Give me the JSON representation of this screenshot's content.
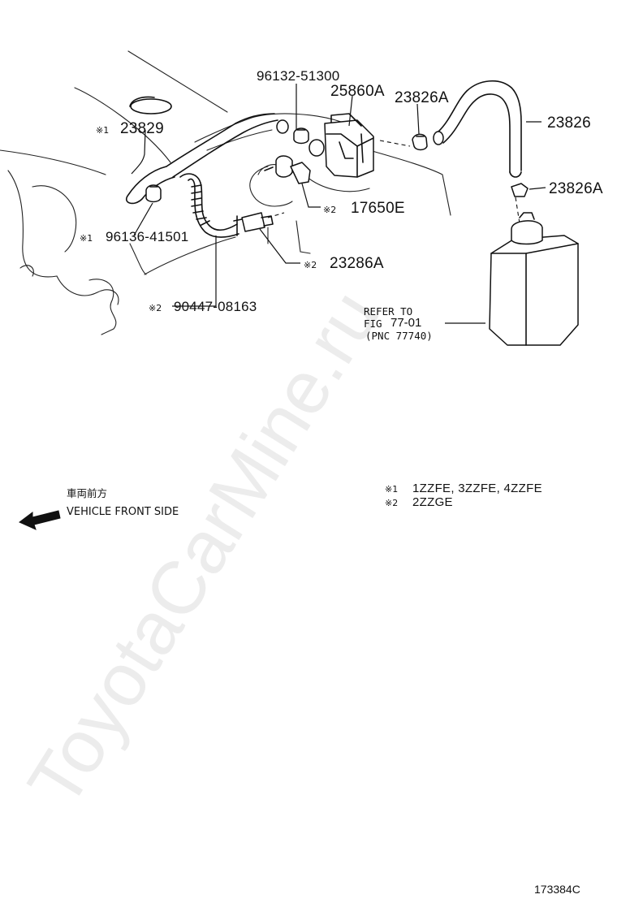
{
  "diagram": {
    "watermark": "ToyotaCarMine.ru",
    "parts": [
      {
        "id": "p_96132",
        "number": "96132-51300",
        "mark": ""
      },
      {
        "id": "p_25860A",
        "number": "25860A",
        "mark": ""
      },
      {
        "id": "p_23826A_top",
        "number": "23826A",
        "mark": ""
      },
      {
        "id": "p_23826",
        "number": "23826",
        "mark": ""
      },
      {
        "id": "p_23829",
        "number": "23829",
        "mark": "※1"
      },
      {
        "id": "p_23826A_right",
        "number": "23826A",
        "mark": ""
      },
      {
        "id": "p_17650E",
        "number": "17650E",
        "mark": "※2"
      },
      {
        "id": "p_96136",
        "number": "96136-41501",
        "mark": "※1"
      },
      {
        "id": "p_23286A",
        "number": "23286A",
        "mark": "※2"
      },
      {
        "id": "p_90447",
        "number": "90447-08163",
        "mark": "※2"
      }
    ],
    "refer": {
      "line1": "REFER TO",
      "line2_prefix": "FIG",
      "line2_fig": "77-01",
      "line3": "(PNC 77740)"
    },
    "direction": {
      "japanese": "車両前方",
      "english": "VEHICLE FRONT SIDE",
      "icon": "left-arrow-icon"
    },
    "notes": [
      {
        "mark": "※1",
        "text": "1ZZFE, 3ZZFE, 4ZZFE"
      },
      {
        "mark": "※2",
        "text": "2ZZGE"
      }
    ],
    "illustration_code": "173384C"
  }
}
